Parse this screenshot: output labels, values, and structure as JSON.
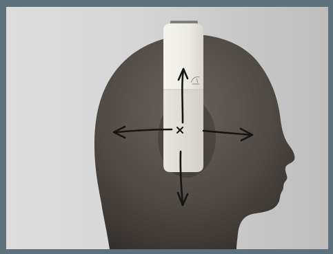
{
  "image": {
    "subject": "head-with-headphone-band",
    "marker_glyph": "×",
    "arrows": [
      "up",
      "down",
      "left",
      "right"
    ],
    "colors": {
      "frame": "#5d717c",
      "background": "#d6d6d6",
      "head": "#4e4843",
      "band": "#efede6",
      "ink": "#151515"
    }
  }
}
